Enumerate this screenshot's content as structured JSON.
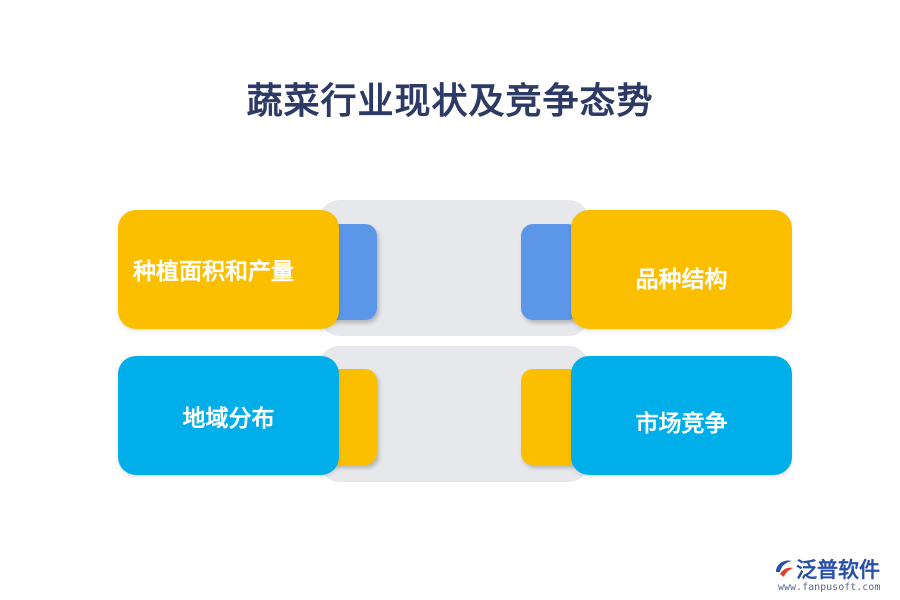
{
  "title": "蔬菜行业现状及竞争态势",
  "colors": {
    "yellow": "#fbbf00",
    "blue_card": "#00aee9",
    "blue_tab": "#5b96e8",
    "track": "#e6e8ec",
    "title": "#2e3a66"
  },
  "cards": [
    {
      "label": "种植面积和产量",
      "color": "yellow"
    },
    {
      "label": "品种结构",
      "color": "yellow"
    },
    {
      "label": "地域分布",
      "color": "blue"
    },
    {
      "label": "市场竞争",
      "color": "blue"
    }
  ],
  "logo": {
    "name": "泛普软件",
    "url": "www.fanpusoft.com",
    "icon": "fanpu-logo-icon"
  }
}
